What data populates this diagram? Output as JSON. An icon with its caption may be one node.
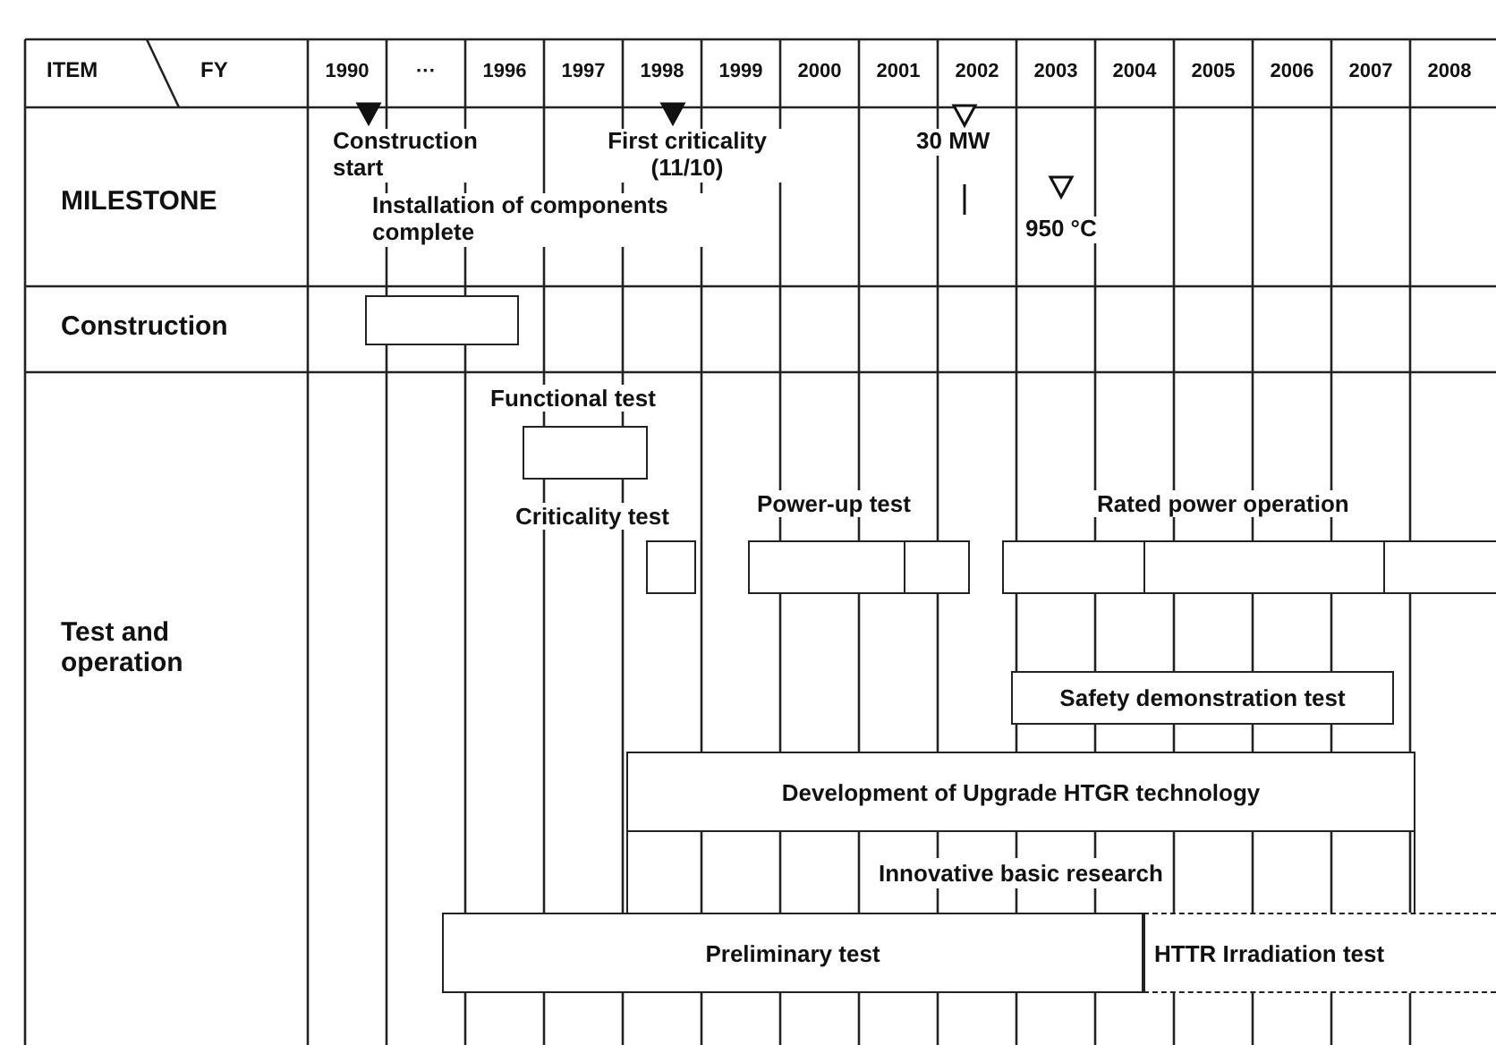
{
  "diagram": {
    "nodes": [
      {
        "text": [],
        "shape": "bar"
      },
      {
        "text": [
          "Functional test"
        ]
      },
      {
        "text": [
          "Criticality test"
        ]
      },
      {
        "text": [
          "Power-up test"
        ]
      },
      {
        "text": [
          "Rated power operation"
        ]
      },
      {
        "text": [
          "Safety demonstration test"
        ]
      },
      {
        "text": [
          "Development of Upgrade HTGR technology"
        ]
      },
      {
        "text": [
          "Innovative basic research"
        ]
      },
      {
        "text": [
          "Preliminary test"
        ]
      },
      {
        "text": [
          "HTTR Irradiation test"
        ]
      }
    ],
    "labels": [
      "ITEM",
      "FY",
      "1990",
      "···",
      "1996",
      "1997",
      "1998",
      "1999",
      "2000",
      "2001",
      "2002",
      "2003",
      "2004",
      "2005",
      "2006",
      "2007",
      "2008",
      "Construction start",
      "First criticality (11/10)",
      "30 MW",
      "MILESTONE",
      "950 °C",
      "Installation of components complete",
      "Construction",
      "Test and operation"
    ]
  }
}
